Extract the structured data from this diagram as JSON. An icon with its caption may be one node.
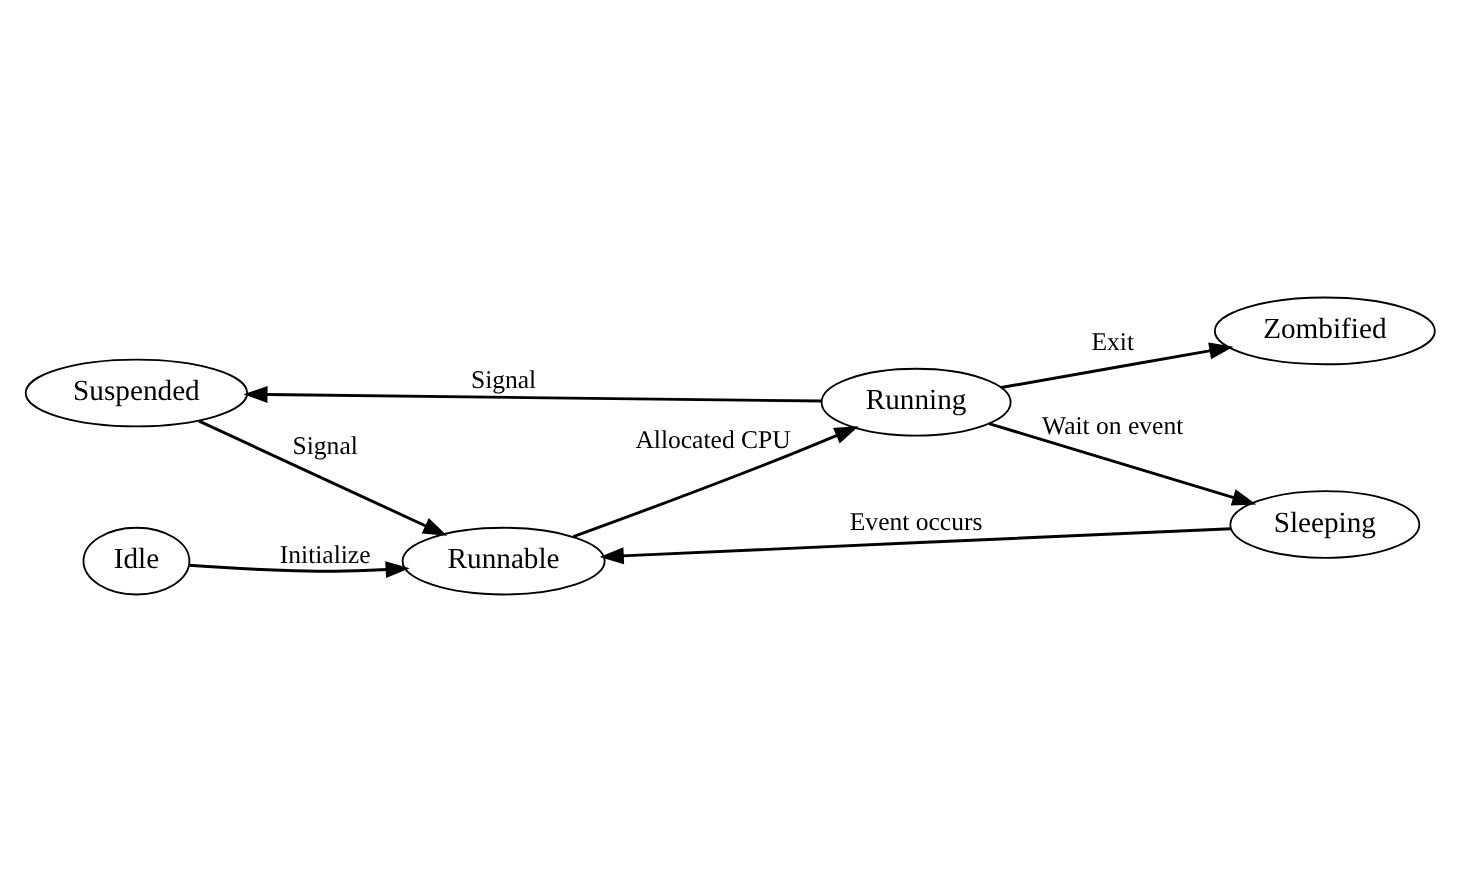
{
  "diagram": {
    "nodes": [
      {
        "text": [
          "Suspended"
        ]
      },
      {
        "text": [
          "Idle"
        ]
      },
      {
        "text": [
          "Runnable"
        ]
      },
      {
        "text": [
          "Running"
        ]
      },
      {
        "text": [
          "Zombified"
        ]
      },
      {
        "text": [
          "Sleeping"
        ]
      }
    ],
    "edges": [
      {
        "from": 1,
        "to": 2,
        "arrow": "to",
        "label": "Initialize"
      },
      {
        "from": 2,
        "to": 3,
        "arrow": "to",
        "label": "Allocated CPU"
      },
      {
        "from": 3,
        "to": 4,
        "arrow": "to",
        "label": "Exit"
      },
      {
        "from": 3,
        "to": 0,
        "arrow": "to",
        "label": "Signal"
      },
      {
        "from": 0,
        "to": 2,
        "arrow": "to",
        "label": "Signal"
      },
      {
        "from": 3,
        "to": 5,
        "arrow": "to",
        "label": "Wait on event"
      },
      {
        "from": 5,
        "to": 2,
        "arrow": "to",
        "label": "Event occurs"
      }
    ]
  }
}
